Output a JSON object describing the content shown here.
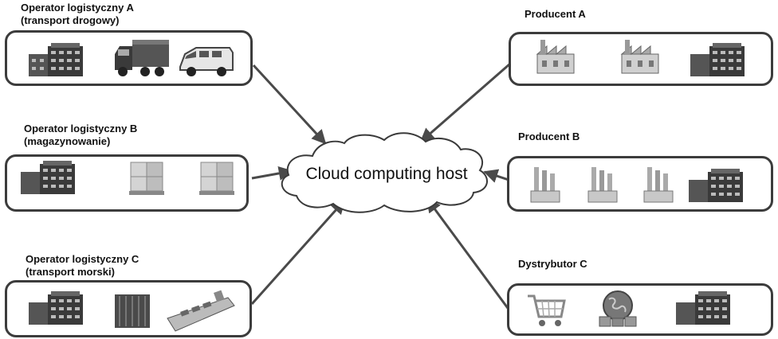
{
  "hub": {
    "label": "Cloud computing host"
  },
  "nodes": [
    {
      "id": "op-a",
      "title": "Operator logistyczny A",
      "subtitle": "(transport drogowy)",
      "icons": [
        "building-icon",
        "truck-icon",
        "van-icon"
      ]
    },
    {
      "id": "op-b",
      "title": "Operator logistyczny B",
      "subtitle": "(magazynowanie)",
      "icons": [
        "building-icon",
        "pallet-boxes-icon",
        "pallet-boxes-icon"
      ]
    },
    {
      "id": "op-c",
      "title": "Operator logistyczny C",
      "subtitle": "(transport morski)",
      "icons": [
        "building-icon",
        "shipping-container-icon",
        "cargo-ship-icon"
      ]
    },
    {
      "id": "prod-a",
      "title": "Producent A",
      "subtitle": "",
      "icons": [
        "factory-icon",
        "factory-icon",
        "building-icon"
      ]
    },
    {
      "id": "prod-b",
      "title": "Producent B",
      "subtitle": "",
      "icons": [
        "power-plant-icon",
        "power-plant-icon",
        "power-plant-icon",
        "building-icon"
      ]
    },
    {
      "id": "dist-c",
      "title": "Dystrybutor C",
      "subtitle": "",
      "icons": [
        "shopping-cart-icon",
        "globe-packages-icon",
        "building-icon"
      ]
    }
  ],
  "colors": {
    "border": "#3c3c3c",
    "arrow": "#4a4a4a",
    "icon_dark": "#3a3a3a",
    "icon_light": "#cfcfcf"
  }
}
